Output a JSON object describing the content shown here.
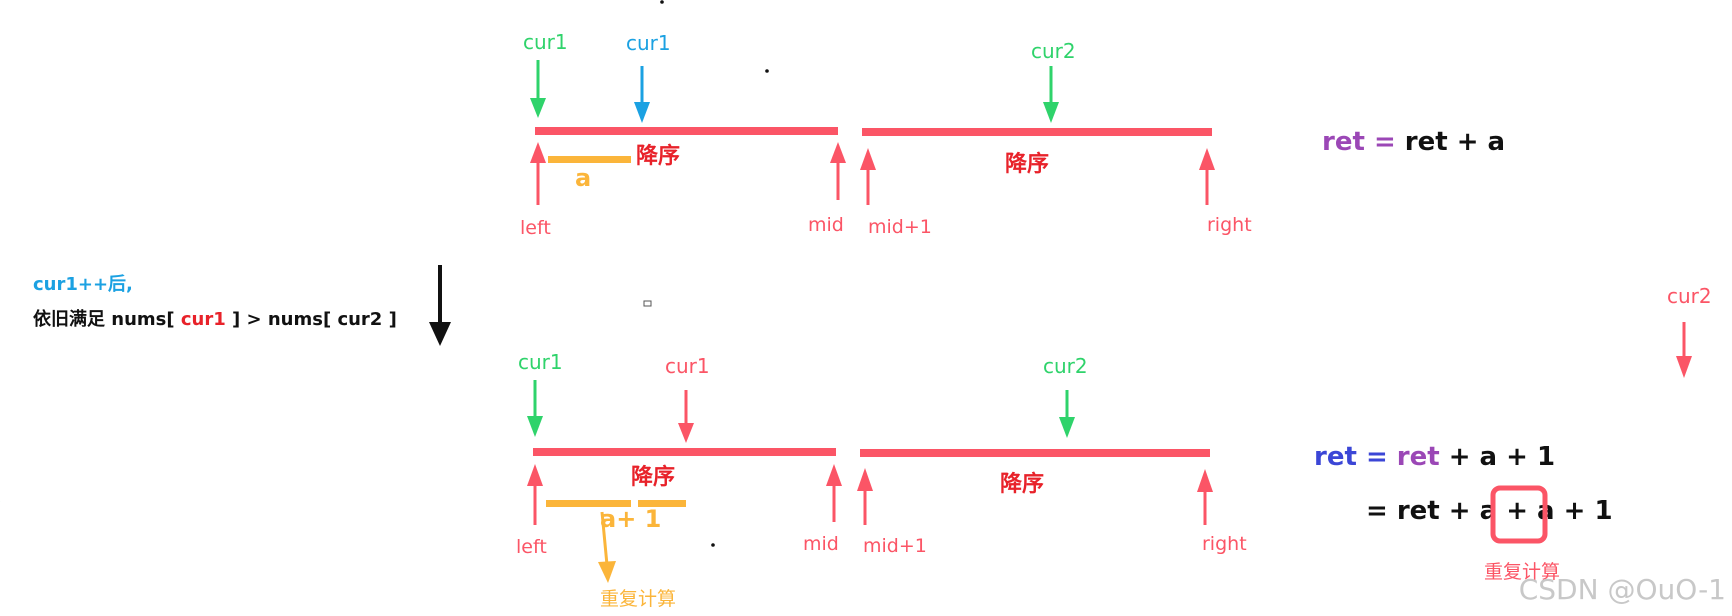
{
  "colors": {
    "bar": "#fb5566",
    "green": "#2fd36b",
    "blue": "#1ba1e2",
    "red_text": "#e8222a",
    "orange": "#fbb53a",
    "purple": "#9b47b6",
    "dark_blue": "#3b46d6",
    "black": "#111111",
    "pink": "#fb5566"
  },
  "top": {
    "cur1_green": "cur1",
    "cur1_blue": "cur1",
    "cur2": "cur2",
    "left_segment_label": "降序",
    "right_segment_label": "降序",
    "a_label": "a",
    "left": "left",
    "mid": "mid",
    "mid_plus_1": "mid+1",
    "right": "right",
    "formula": {
      "ret": "ret",
      "eq": " = ",
      "rest": "ret + a"
    }
  },
  "note": {
    "line1": "cur1++后,",
    "line2_prefix": "依旧满足 nums[ ",
    "line2_hl": "cur1",
    "line2_suffix": " ] > nums[ cur2 ]"
  },
  "bottom": {
    "cur1_green": "cur1",
    "cur1_red": "cur1",
    "cur2": "cur2",
    "left_segment_label": "降序",
    "right_segment_label": "降序",
    "a_plus_1_label": "a+ 1",
    "left": "left",
    "mid": "mid",
    "mid_plus_1": "mid+1",
    "right": "right",
    "dup_calc_left": "重复计算",
    "formula1": {
      "ret": "ret",
      "eq": " = ",
      "ret2": "ret",
      "rest": " + a + 1"
    },
    "formula2": {
      "prefix": "= ret + a ",
      "boxed": "+ a",
      "suffix": " + 1"
    },
    "dup_calc_right": "重复计算"
  },
  "side": {
    "cur2": "cur2"
  },
  "watermark": "CSDN @OuO-1"
}
